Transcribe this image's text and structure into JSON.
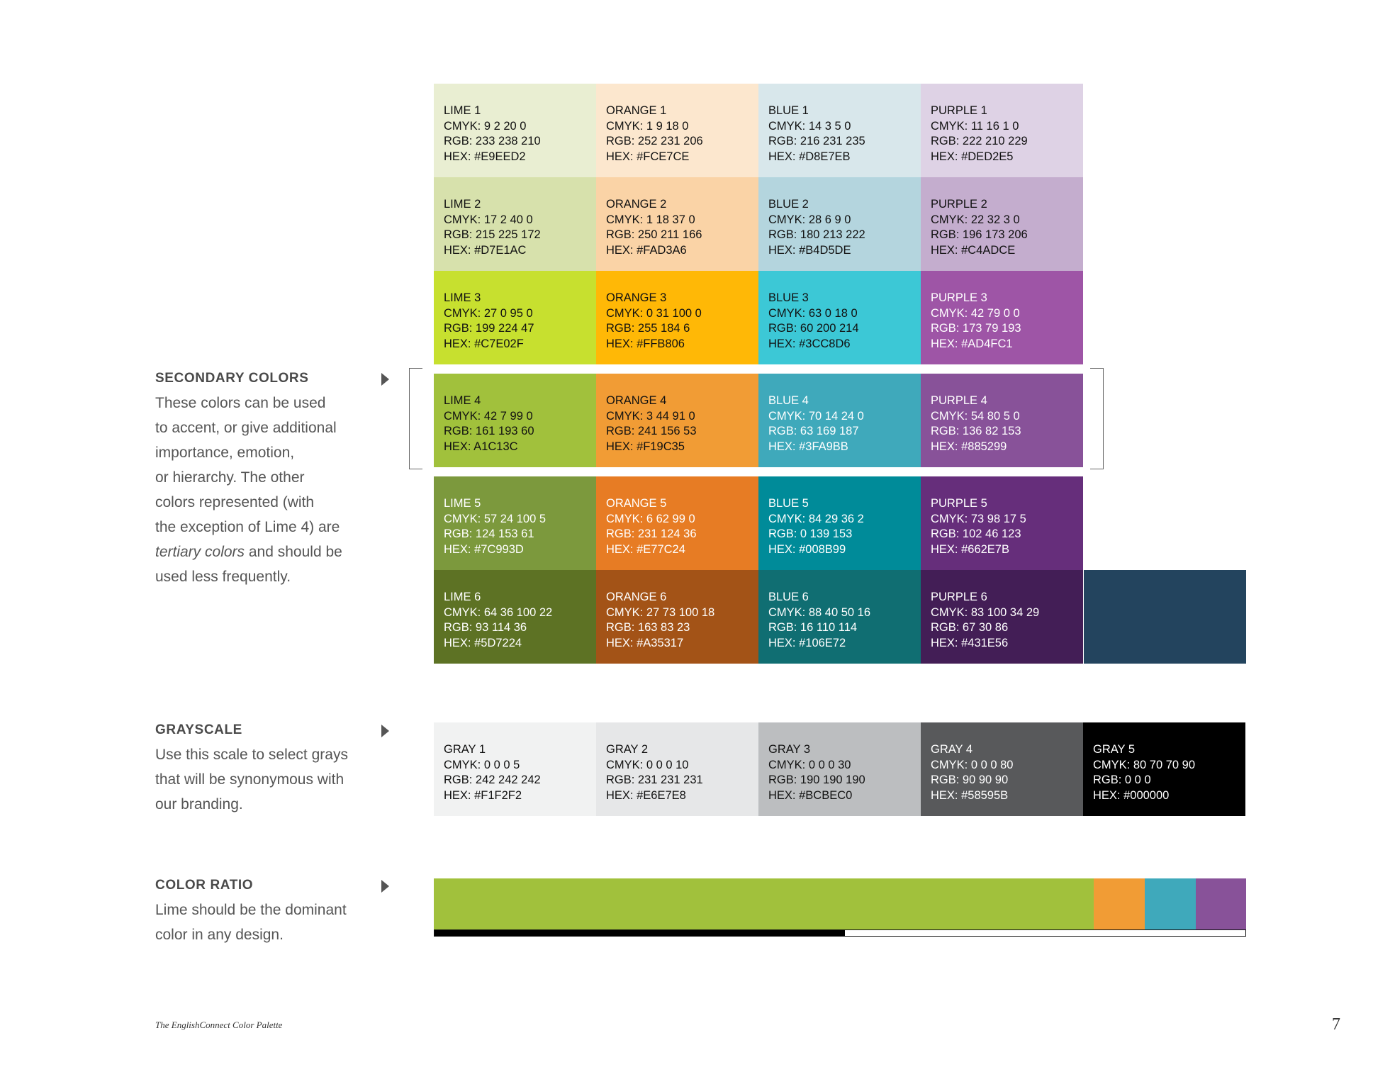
{
  "secondary": {
    "heading": "SECONDARY COLORS",
    "lines": [
      "These colors can be used",
      "to accent, or give additional",
      "importance, emotion,",
      "or hierarchy. The other",
      "colors represented (with",
      "the exception of Lime 4) are"
    ],
    "line7_italic": "tertiary colors",
    "line7_rest": " and should be",
    "line8": "used less frequently."
  },
  "grayscale": {
    "heading": "GRAYSCALE",
    "lines": [
      "Use this scale to select grays",
      "that will be synonymous with",
      "our branding."
    ]
  },
  "ratio": {
    "heading": "COLOR RATIO",
    "lines": [
      "Lime should be the dominant",
      "color in any design."
    ],
    "segments": [
      {
        "color": "#A1C13C",
        "share": 0.8125
      },
      {
        "color": "#F19C35",
        "share": 0.0625
      },
      {
        "color": "#3FA9BB",
        "share": 0.0625
      },
      {
        "color": "#885299",
        "share": 0.0625
      }
    ],
    "bar_fraction": 0.506
  },
  "palette": [
    [
      {
        "name": "LIME 1",
        "cmyk": "CMYK: 9 2 20 0",
        "rgb": "RGB: 233 238 210",
        "hex": "HEX: #E9EED2",
        "color": "#E9EED2",
        "text": "#111111"
      },
      {
        "name": "ORANGE 1",
        "cmyk": "CMYK: 1 9 18 0",
        "rgb": "RGB: 252 231 206",
        "hex": "HEX: #FCE7CE",
        "color": "#FCE7CE",
        "text": "#111111"
      },
      {
        "name": "BLUE 1",
        "cmyk": "CMYK: 14 3 5 0",
        "rgb": "RGB: 216 231 235",
        "hex": "HEX: #D8E7EB",
        "color": "#D8E7EB",
        "text": "#111111"
      },
      {
        "name": "PURPLE 1",
        "cmyk": "CMYK: 11 16 1 0",
        "rgb": "RGB: 222 210 229",
        "hex": "HEX: #DED2E5",
        "color": "#DED2E5",
        "text": "#111111"
      }
    ],
    [
      {
        "name": "LIME 2",
        "cmyk": "CMYK: 17 2 40 0",
        "rgb": "RGB: 215 225 172",
        "hex": "HEX: #D7E1AC",
        "color": "#D7E1AC",
        "text": "#111111"
      },
      {
        "name": "ORANGE 2",
        "cmyk": "CMYK: 1 18 37 0",
        "rgb": "RGB: 250 211 166",
        "hex": "HEX: #FAD3A6",
        "color": "#FAD3A6",
        "text": "#111111"
      },
      {
        "name": "BLUE 2",
        "cmyk": "CMYK: 28 6 9 0",
        "rgb": "RGB: 180 213 222",
        "hex": "HEX: #B4D5DE",
        "color": "#B4D5DE",
        "text": "#111111"
      },
      {
        "name": "PURPLE 2",
        "cmyk": "CMYK: 22 32 3 0",
        "rgb": "RGB: 196 173 206",
        "hex": "HEX: #C4ADCE",
        "color": "#C4ADCE",
        "text": "#111111"
      }
    ],
    [
      {
        "name": "LIME 3",
        "cmyk": "CMYK: 27 0 95 0",
        "rgb": "RGB: 199 224 47",
        "hex": "HEX: #C7E02F",
        "color": "#C7E02F",
        "text": "#111111"
      },
      {
        "name": "ORANGE 3",
        "cmyk": "CMYK: 0 31 100 0",
        "rgb": "RGB: 255 184 6",
        "hex": "HEX: #FFB806",
        "color": "#FFB806",
        "text": "#111111"
      },
      {
        "name": "BLUE 3",
        "cmyk": "CMYK: 63 0 18 0",
        "rgb": "RGB: 60 200 214",
        "hex": "HEX: #3CC8D6",
        "color": "#3CC8D6",
        "text": "#111111"
      },
      {
        "name": "PURPLE 3",
        "cmyk": "CMYK: 42 79 0 0",
        "rgb": "RGB: 173 79 193",
        "hex": "HEX: #AD4FC1",
        "color": "#9E55A6",
        "text": "#FFFFFF"
      }
    ],
    [
      {
        "name": "LIME 4",
        "cmyk": "CMYK: 42 7 99 0",
        "rgb": "RGB: 161 193 60",
        "hex": "HEX: A1C13C",
        "color": "#A1C13C",
        "text": "#111111"
      },
      {
        "name": "ORANGE 4",
        "cmyk": "CMYK: 3 44 91 0",
        "rgb": "RGB: 241 156 53",
        "hex": "HEX: #F19C35",
        "color": "#F19C35",
        "text": "#111111"
      },
      {
        "name": "BLUE 4",
        "cmyk": "CMYK: 70 14 24 0",
        "rgb": "RGB: 63 169 187",
        "hex": "HEX: #3FA9BB",
        "color": "#3FA9BB",
        "text": "#FFFFFF"
      },
      {
        "name": "PURPLE 4",
        "cmyk": "CMYK: 54 80 5 0",
        "rgb": "RGB: 136 82 153",
        "hex": "HEX: #885299",
        "color": "#885299",
        "text": "#FFFFFF"
      }
    ],
    [
      {
        "name": "LIME 5",
        "cmyk": "CMYK: 57 24 100 5",
        "rgb": "RGB: 124 153 61",
        "hex": "HEX: #7C993D",
        "color": "#7C993D",
        "text": "#FFFFFF"
      },
      {
        "name": "ORANGE 5",
        "cmyk": "CMYK: 6 62 99 0",
        "rgb": "RGB: 231 124 36",
        "hex": "HEX: #E77C24",
        "color": "#E77C24",
        "text": "#FFFFFF"
      },
      {
        "name": "BLUE 5",
        "cmyk": "CMYK: 84 29 36 2",
        "rgb": "RGB: 0 139 153",
        "hex": "HEX: #008B99",
        "color": "#008B99",
        "text": "#FFFFFF"
      },
      {
        "name": "PURPLE 5",
        "cmyk": "CMYK: 73 98 17 5",
        "rgb": "RGB: 102 46 123",
        "hex": "HEX: #662E7B",
        "color": "#662E7B",
        "text": "#FFFFFF"
      }
    ],
    [
      {
        "name": "LIME 6",
        "cmyk": "CMYK: 64 36 100 22",
        "rgb": "RGB: 93 114 36",
        "hex": "HEX: #5D7224",
        "color": "#5D7224",
        "text": "#FFFFFF"
      },
      {
        "name": "ORANGE 6",
        "cmyk": "CMYK: 27 73 100 18",
        "rgb": "RGB: 163 83 23",
        "hex": "HEX: #A35317",
        "color": "#A35317",
        "text": "#FFFFFF"
      },
      {
        "name": "BLUE 6",
        "cmyk": "CMYK: 88 40 50 16",
        "rgb": "RGB: 16 110 114",
        "hex": "HEX: #106E72",
        "color": "#106E72",
        "text": "#FFFFFF"
      },
      {
        "name": "PURPLE 6",
        "cmyk": "CMYK: 83 100 34 29",
        "rgb": "RGB: 67 30 86",
        "hex": "HEX: #431E56",
        "color": "#431E56",
        "text": "#FFFFFF"
      }
    ]
  ],
  "extra_swatch_color": "#23445E",
  "grays": [
    {
      "name": "GRAY 1",
      "cmyk": "CMYK: 0 0 0 5",
      "rgb": "RGB: 242 242 242",
      "hex": "HEX: #F1F2F2",
      "color": "#F1F2F2",
      "text": "#111111"
    },
    {
      "name": "GRAY 2",
      "cmyk": "CMYK: 0 0 0 10",
      "rgb": "RGB: 231 231 231",
      "hex": "HEX: #E6E7E8",
      "color": "#E6E7E8",
      "text": "#111111"
    },
    {
      "name": "GRAY 3",
      "cmyk": "CMYK: 0 0 0 30",
      "rgb": "RGB: 190 190 190",
      "hex": "HEX: #BCBEC0",
      "color": "#BCBEC0",
      "text": "#111111"
    },
    {
      "name": "GRAY 4",
      "cmyk": "CMYK: 0 0 0 80",
      "rgb": "RGB: 90 90 90",
      "hex": "HEX: #58595B",
      "color": "#58595B",
      "text": "#FFFFFF"
    },
    {
      "name": "GRAY 5",
      "cmyk": "CMYK: 80 70 70 90",
      "rgb": "RGB: 0 0 0",
      "hex": "HEX: #000000",
      "color": "#000000",
      "text": "#FFFFFF"
    }
  ],
  "footer": {
    "title": "The EnglishConnect Color Palette",
    "page": "7"
  }
}
